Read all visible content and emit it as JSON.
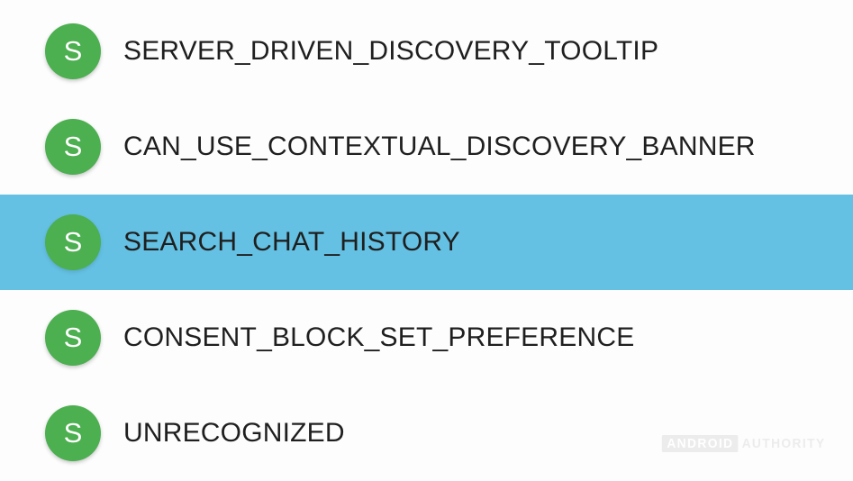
{
  "list": {
    "items": [
      {
        "avatar_letter": "S",
        "label": "SERVER_DRIVEN_DISCOVERY_TOOLTIP",
        "selected": false
      },
      {
        "avatar_letter": "S",
        "label": "CAN_USE_CONTEXTUAL_DISCOVERY_BANNER",
        "selected": false
      },
      {
        "avatar_letter": "S",
        "label": "SEARCH_CHAT_HISTORY",
        "selected": true
      },
      {
        "avatar_letter": "S",
        "label": "CONSENT_BLOCK_SET_PREFERENCE",
        "selected": false
      },
      {
        "avatar_letter": "S",
        "label": "UNRECOGNIZED",
        "selected": false
      }
    ]
  },
  "colors": {
    "avatar_green": "#4CAF50",
    "selection_blue": "#64C1E3",
    "text_color": "#1F1F1F",
    "background": "#FDFDFD",
    "watermark_gray": "#ECECEC"
  },
  "watermark": {
    "badge": "ANDROID",
    "text": "AUTHORITY"
  }
}
